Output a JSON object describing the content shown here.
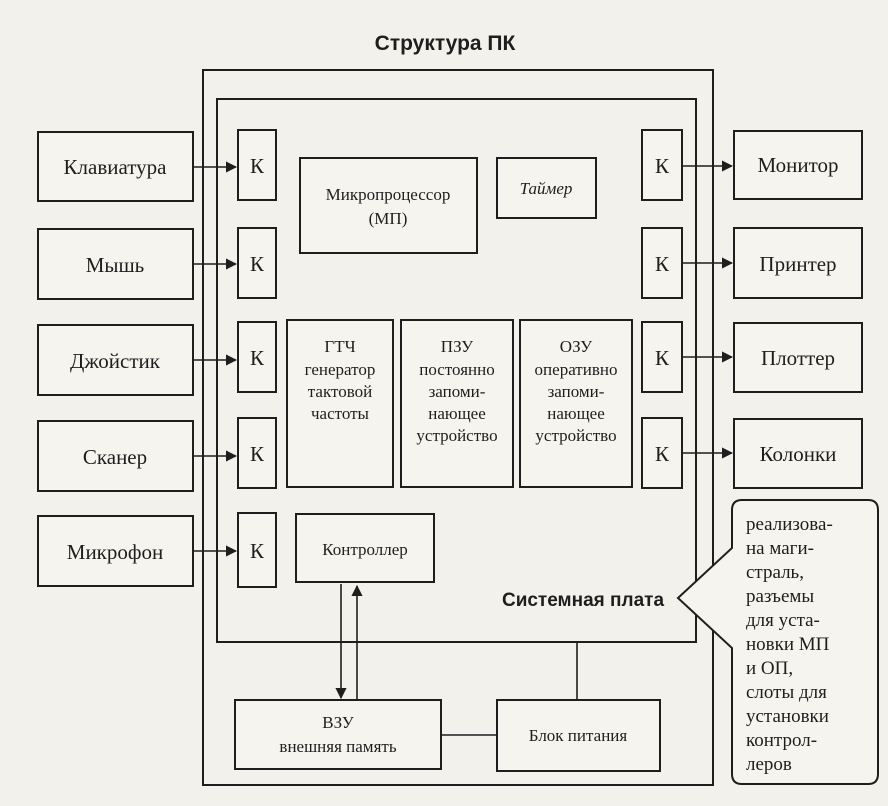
{
  "title": "Структура ПК",
  "input_devices": [
    "Клавиатура",
    "Мышь",
    "Джойстик",
    "Сканер",
    "Микрофон"
  ],
  "output_devices": [
    "Монитор",
    "Принтер",
    "Плоттер",
    "Колонки"
  ],
  "port_label": "К",
  "cpu": {
    "line1": "Микропроцессор",
    "line2": "(МП)"
  },
  "timer": "Таймер",
  "clock_gen": {
    "line1": "ГТЧ",
    "line2": "генератор",
    "line3": "тактовой",
    "line4": "частоты"
  },
  "rom": {
    "line1": "ПЗУ",
    "line2": "постоянно",
    "line3": "запоми-",
    "line4": "нающее",
    "line5": "устройство"
  },
  "ram": {
    "line1": "ОЗУ",
    "line2": "оперативно",
    "line3": "запоми-",
    "line4": "нающее",
    "line5": "устройство"
  },
  "controller": "Контроллер",
  "system_board": "Системная плата",
  "external_memory": {
    "line1": "ВЗУ",
    "line2": "внешняя память"
  },
  "power_supply": "Блок питания",
  "callout_lines": [
    "реализова-",
    "на маги-",
    "страль,",
    "разъемы",
    "для уста-",
    "новки МП",
    "и ОП,",
    "слоты для",
    "установки",
    "контрол-",
    "леров"
  ]
}
